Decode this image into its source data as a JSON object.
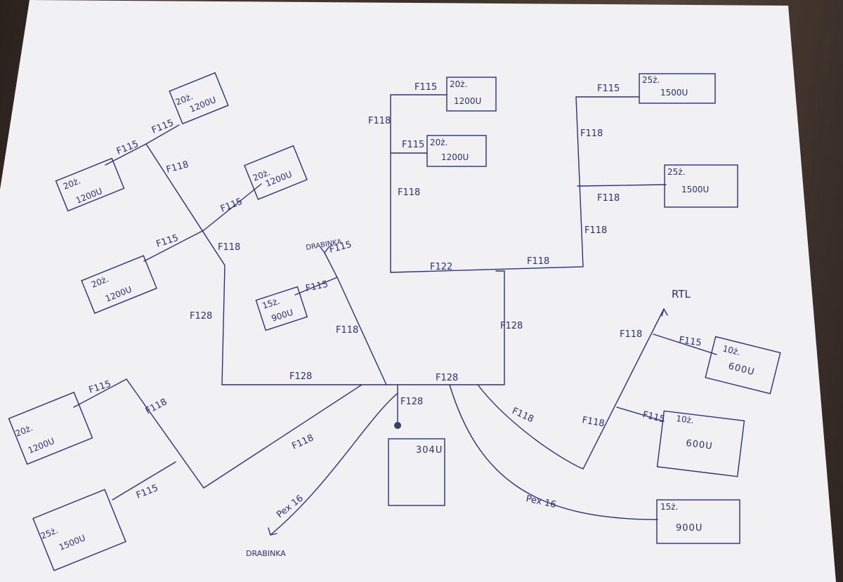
{
  "colors": {
    "paper": "#f1f0f3",
    "ink": "#2b2f86",
    "wood": "#3a2e28"
  },
  "boxes": [
    {
      "id": "b1",
      "line1": "20ż.",
      "line2": "1200U"
    },
    {
      "id": "b2",
      "line1": "20ż.",
      "line2": "1200U"
    },
    {
      "id": "b3",
      "line1": "20ż.",
      "line2": "1200U"
    },
    {
      "id": "b4",
      "line1": "20ż.",
      "line2": "1200U"
    },
    {
      "id": "b5",
      "line1": "15ż.",
      "line2": "900U"
    },
    {
      "id": "b6",
      "line1": "20ż.",
      "line2": "1200U"
    },
    {
      "id": "b7",
      "line1": "20ż.",
      "line2": "1200U"
    },
    {
      "id": "b8",
      "line1": "25ż.",
      "line2": "1500U"
    },
    {
      "id": "b9",
      "line1": "25ż.",
      "line2": "1500U"
    },
    {
      "id": "b10",
      "line1": "10ż.",
      "line2": "600U"
    },
    {
      "id": "b11",
      "line1": "10ż.",
      "line2": "600U"
    },
    {
      "id": "b12",
      "line1": "15ż.",
      "line2": "900U"
    },
    {
      "id": "b13",
      "line1": "20ż.",
      "line2": "1200U"
    },
    {
      "id": "b14",
      "line1": "25ż.",
      "line2": "1500U"
    },
    {
      "id": "b15",
      "line1": "",
      "line2": "304U"
    }
  ],
  "labels": {
    "l1": "F115",
    "l2": "F115",
    "l3": "F118",
    "l4": "F115",
    "l5": "F115",
    "l6": "F118",
    "l7": "F128",
    "l8": "F128",
    "l9": "F115",
    "l10": "F118",
    "l11": "F115",
    "l12": "F115",
    "l13": "F118",
    "l14": "F115",
    "l15": "F118",
    "l16": "F122",
    "l17": "F118",
    "l18": "F128",
    "l19": "F128",
    "l20": "F115",
    "l21": "F118",
    "l22": "F118",
    "l23": "F118",
    "l24": "F128",
    "l25": "F118",
    "l26": "F118",
    "l27": "F115",
    "l28": "F118",
    "l29": "F115",
    "l30": "Pex 16",
    "l31": "Pex 16",
    "l32": "F115",
    "l33": "F118",
    "l34": "F115"
  },
  "arrows": {
    "drabinka_top": "DRABINKA",
    "drabinka_bottom": "DRABINKA",
    "rtl": "RTL"
  }
}
